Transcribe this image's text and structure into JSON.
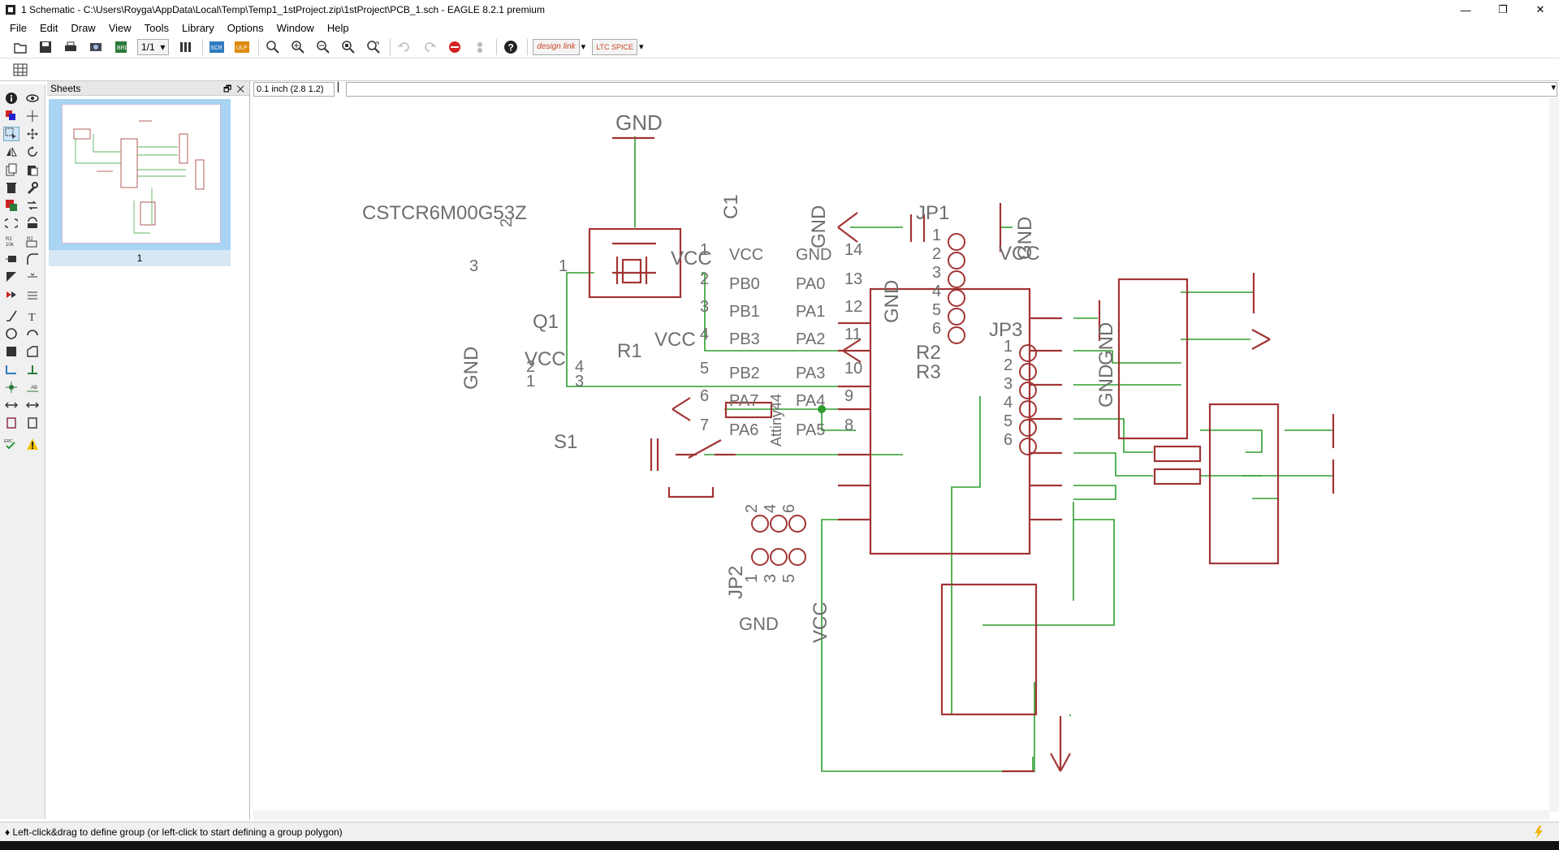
{
  "window": {
    "title": "1 Schematic - C:\\Users\\Royga\\AppData\\Local\\Temp\\Temp1_1stProject.zip\\1stProject\\PCB_1.sch - EAGLE 8.2.1 premium",
    "minimize": "—",
    "maximize": "❐",
    "close": "✕"
  },
  "menu": [
    "File",
    "Edit",
    "Draw",
    "View",
    "Tools",
    "Library",
    "Options",
    "Window",
    "Help"
  ],
  "toolbar": {
    "sheet_select": "1/1",
    "design_link": "design link",
    "ltspice": "LTC SPICE"
  },
  "sheets_panel": {
    "title": "Sheets",
    "sheet_label": "1"
  },
  "command": {
    "coordinate": "0.1 inch (2.8 1.2)",
    "input_value": ""
  },
  "status": {
    "message": "♦ Left-click&drag to define group (or left-click to start defining a group polygon)"
  },
  "schematic": {
    "labels": {
      "gnd_top": "GND",
      "crystal_value": "CSTCR6M00G53Z",
      "crystal_name": "Q1",
      "crystal_pin1": "1",
      "crystal_pin2": "2",
      "crystal_pin3": "3",
      "cap_name": "C1",
      "cap_vcc": "VCC",
      "cap_gnd": "GND",
      "ic_name": "Attiny44",
      "ic_vcc_label": "VCC",
      "ic_gnd_label": "GND",
      "r1": "R1",
      "r2": "R2",
      "r3": "R3",
      "r1_vcc": "VCC",
      "switch_name": "S1",
      "switch_gnd": "GND",
      "switch_vcc": "VCC",
      "sw_pin1": "1",
      "sw_pin2": "2",
      "sw_pin3": "3",
      "sw_pin4": "4",
      "jp1": "JP1",
      "jp1_vcc": "VCC",
      "jp1_gnd": "GND",
      "jp3": "JP3",
      "jp3_gnd1": "GND",
      "jp3_gnd2": "GND",
      "jp2": "JP2",
      "jp2_gnd": "GND",
      "jp2_vcc": "VCC",
      "gnd_pin14": "GND"
    },
    "ic_left_pins": [
      {
        "num": "1",
        "name": "VCC"
      },
      {
        "num": "2",
        "name": "PB0"
      },
      {
        "num": "3",
        "name": "PB1"
      },
      {
        "num": "4",
        "name": "PB3"
      },
      {
        "num": "5",
        "name": "PB2"
      },
      {
        "num": "6",
        "name": "PA7"
      },
      {
        "num": "7",
        "name": "PA6"
      }
    ],
    "ic_right_pins": [
      {
        "num": "14",
        "name": "GND"
      },
      {
        "num": "13",
        "name": "PA0"
      },
      {
        "num": "12",
        "name": "PA1"
      },
      {
        "num": "11",
        "name": "PA2"
      },
      {
        "num": "10",
        "name": "PA3"
      },
      {
        "num": "9",
        "name": "PA4"
      },
      {
        "num": "8",
        "name": "PA5"
      }
    ],
    "jp1_pins": [
      "1",
      "2",
      "3",
      "4",
      "5",
      "6"
    ],
    "jp3_pins": [
      "1",
      "2",
      "3",
      "4",
      "5",
      "6"
    ],
    "jp2_top_pins": [
      "2",
      "4",
      "6"
    ],
    "jp2_bottom_pins": [
      "1",
      "3",
      "5"
    ],
    "colors": {
      "symbol": "#a23434",
      "wire": "#2e9e2e",
      "text": "#6e6e6e",
      "junction": "#2e9e2e"
    }
  }
}
